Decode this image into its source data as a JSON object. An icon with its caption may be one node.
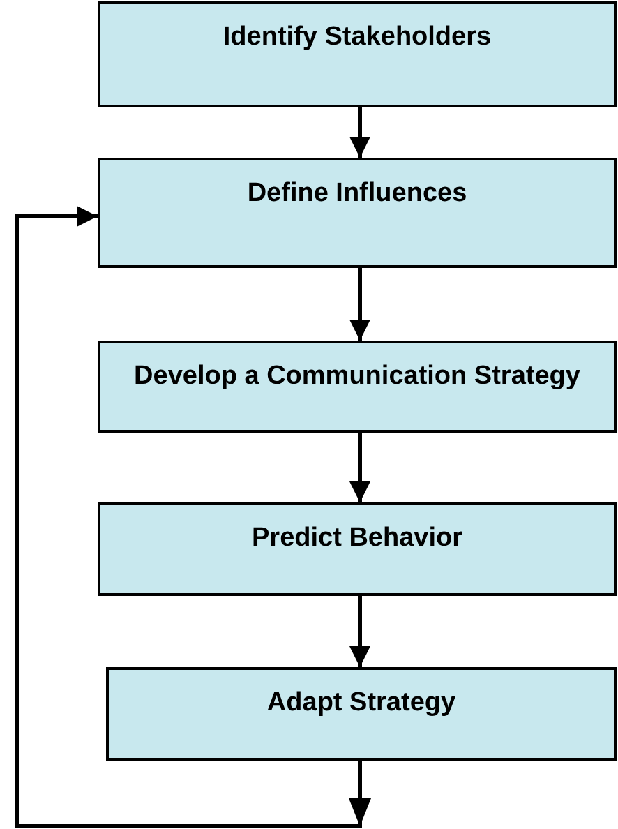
{
  "diagram": {
    "nodes": [
      {
        "text": [
          "Identify Stakeholders"
        ]
      },
      {
        "text": [
          "Define Influences"
        ]
      },
      {
        "text": [
          "Develop a Communication Strategy"
        ]
      },
      {
        "text": [
          "Predict Behavior"
        ]
      },
      {
        "text": [
          "Adapt Strategy"
        ]
      }
    ],
    "edges": [
      {
        "from": 0,
        "to": 1,
        "arrow": "to"
      },
      {
        "from": 1,
        "to": 2,
        "arrow": "to"
      },
      {
        "from": 2,
        "to": 3,
        "arrow": "to"
      },
      {
        "from": 3,
        "to": 4,
        "arrow": "to"
      },
      {
        "from": 4,
        "to": 1,
        "arrow": "to"
      }
    ]
  }
}
